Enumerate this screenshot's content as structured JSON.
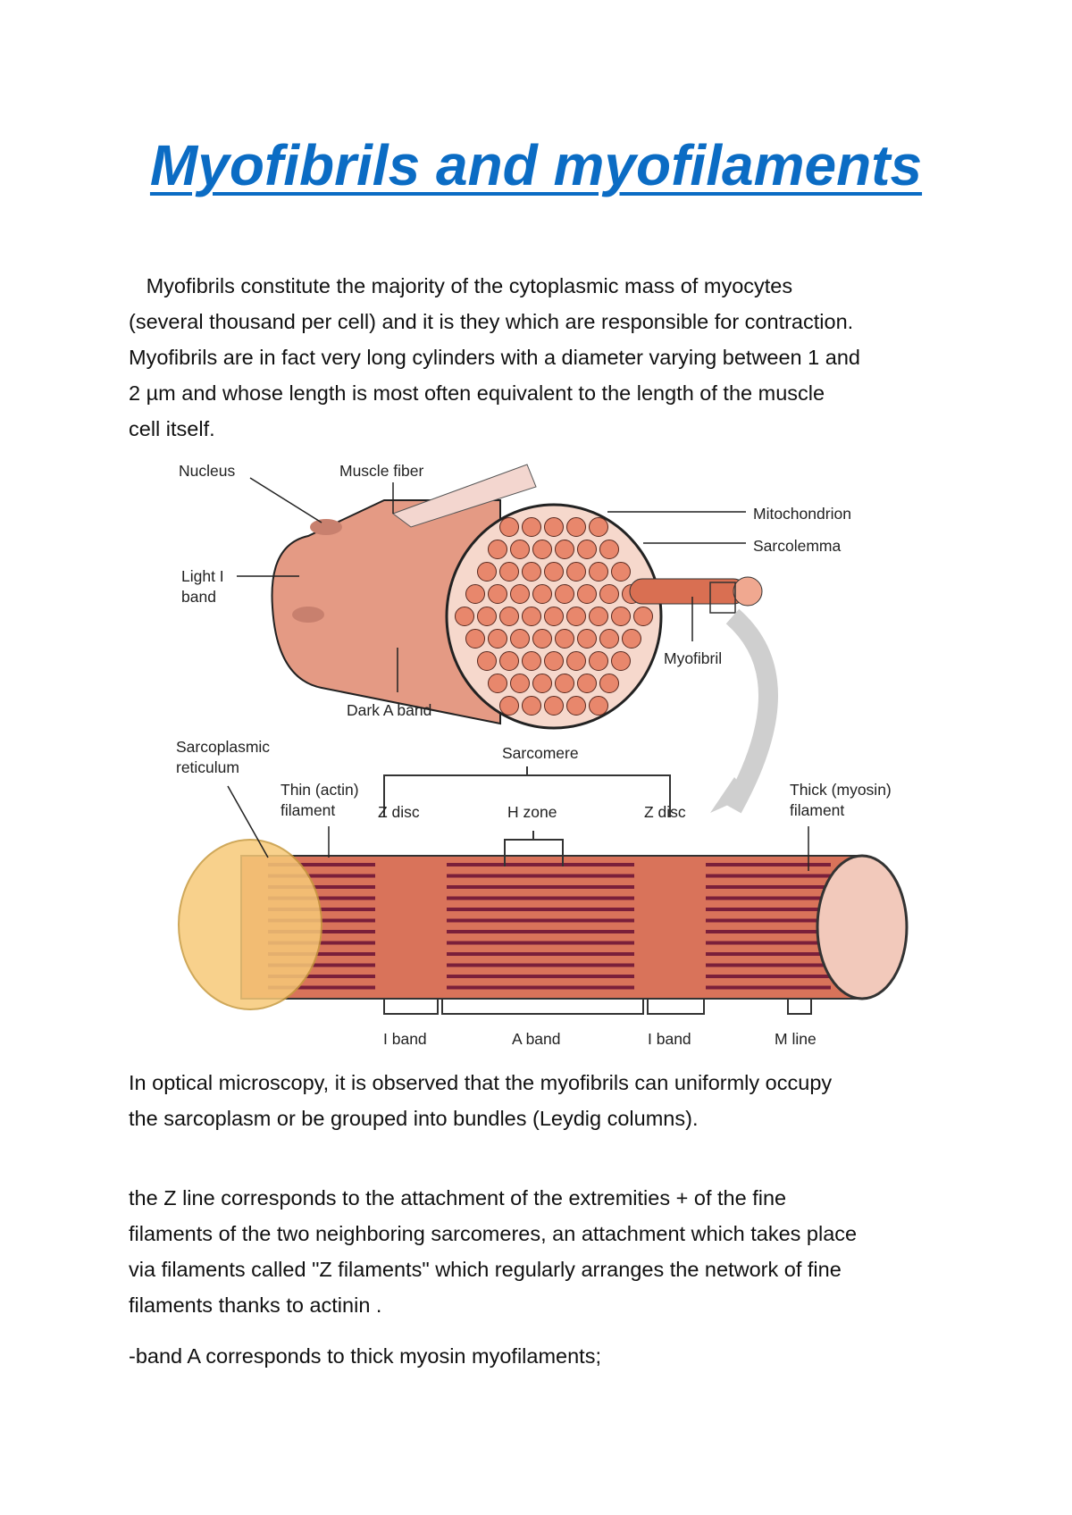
{
  "title": "Myofibrils and myofilaments",
  "paragraph1": [
    "   Myofibrils constitute the majority of the cytoplasmic mass of myocytes",
    "(several thousand per cell) and it is they which are responsible for contraction.",
    "Myofibrils are in fact very long cylinders with a diameter varying between 1 and",
    "2 µm and whose length is most often equivalent to the length of the muscle",
    "cell itself."
  ],
  "figure": {
    "labels": {
      "nucleus": "Nucleus",
      "muscle_fiber": "Muscle fiber",
      "mitochondrion": "Mitochondrion",
      "sarcolemma": "Sarcolemma",
      "light_i_band": [
        "Light I",
        "band"
      ],
      "myofibril": "Myofibril",
      "dark_a_band": "Dark A band",
      "sarcoplasmic_reticulum": [
        "Sarcoplasmic",
        "reticulum"
      ],
      "sarcomere": "Sarcomere",
      "thin_filament": [
        "Thin (actin)",
        "filament"
      ],
      "z_disc_left": "Z disc",
      "h_zone": "H zone",
      "z_disc_right": "Z disc",
      "thick_filament": [
        "Thick (myosin)",
        "filament"
      ],
      "i_band_left": "I band",
      "a_band": "A band",
      "i_band_right": "I band",
      "m_line": "M line"
    }
  },
  "paragraph2": [
    "In optical microscopy, it is observed that the myofibrils can uniformly occupy",
    "the sarcoplasm or be grouped into bundles (Leydig columns)."
  ],
  "paragraph3": [
    "the Z line corresponds to the attachment of the extremities + of the fine",
    "filaments of the two neighboring sarcomeres, an attachment which takes place",
    "via filaments called \"Z filaments\" which regularly arranges the network of fine",
    "filaments thanks to actinin ."
  ],
  "paragraph4": "-band A corresponds to thick myosin myofilaments;"
}
